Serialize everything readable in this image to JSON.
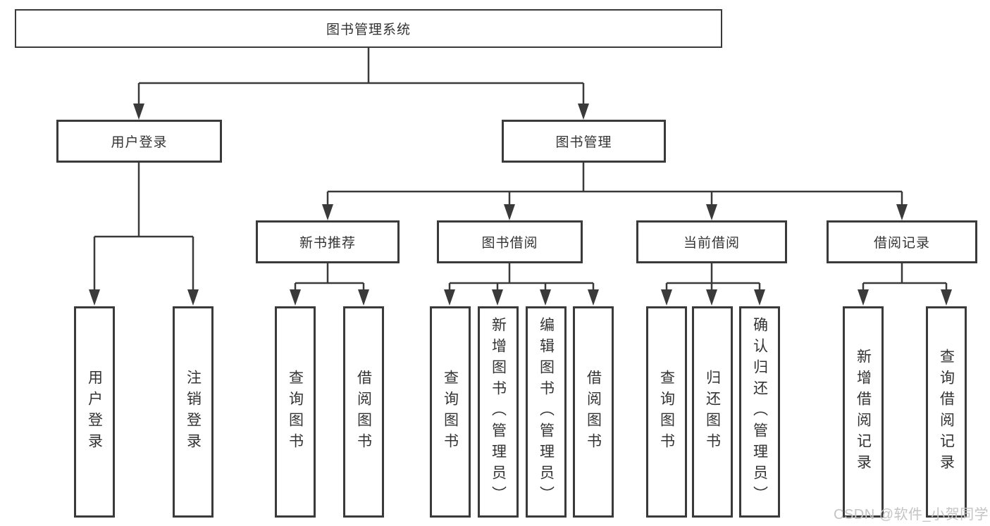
{
  "diagram_title": "图书管理系统",
  "tree": {
    "root": {
      "label": "图书管理系统",
      "children": [
        {
          "label": "用户登录",
          "children": [
            {
              "label": "用户登录"
            },
            {
              "label": "注销登录"
            }
          ]
        },
        {
          "label": "图书管理",
          "children": [
            {
              "label": "新书推荐",
              "children": [
                {
                  "label": "查询图书"
                },
                {
                  "label": "借阅图书"
                }
              ]
            },
            {
              "label": "图书借阅",
              "children": [
                {
                  "label": "查询图书"
                },
                {
                  "label": "新增图书（管理员）"
                },
                {
                  "label": "编辑图书（管理员）"
                },
                {
                  "label": "借阅图书"
                }
              ]
            },
            {
              "label": "当前借阅",
              "children": [
                {
                  "label": "查询图书"
                },
                {
                  "label": "归还图书"
                },
                {
                  "label": "确认归还（管理员）"
                }
              ]
            },
            {
              "label": "借阅记录",
              "children": [
                {
                  "label": "新增借阅记录"
                },
                {
                  "label": "查询借阅记录"
                }
              ]
            }
          ]
        }
      ]
    }
  },
  "watermark": {
    "text": "CSDN @软件_小贺同学"
  },
  "colors": {
    "background": "#ffffff",
    "box_fill": "#ffffff",
    "box_border": "#3a3a3a",
    "connector_line": "#3a3a3a",
    "text": "#333333",
    "watermark": "#c4c4c4"
  }
}
